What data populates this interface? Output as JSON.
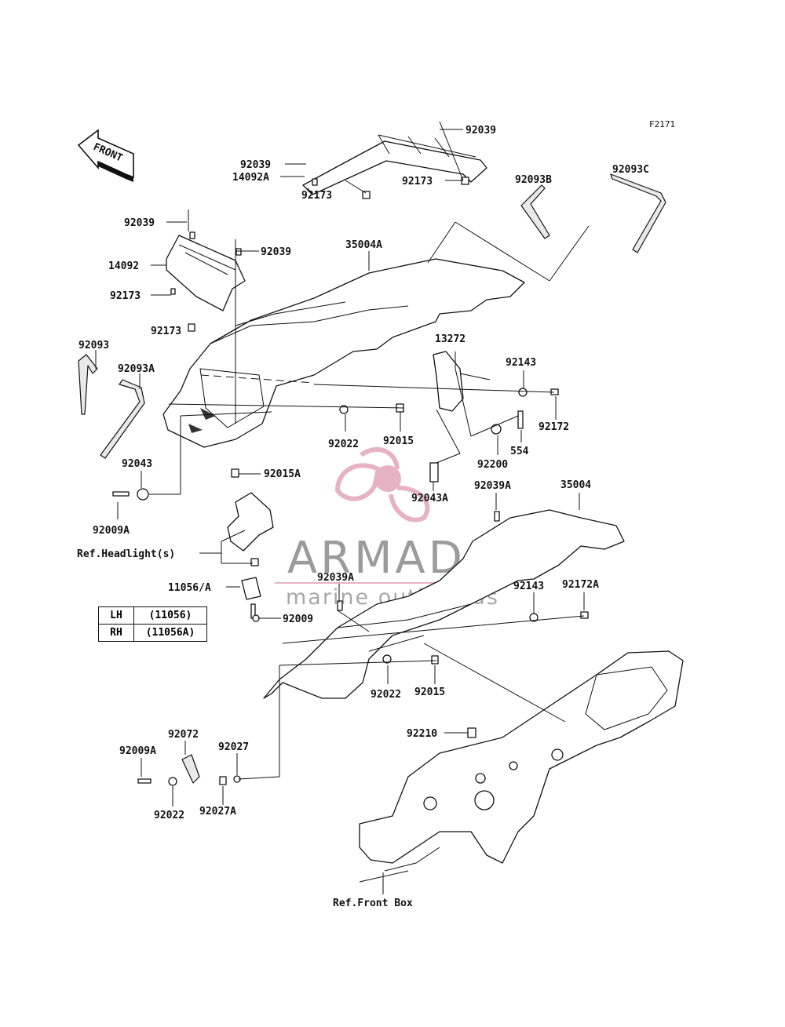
{
  "figure_code": "F2171",
  "front_label": "FRONT",
  "watermark": {
    "brand": "ARMADA",
    "tagline": "marine outboards",
    "color": "#d58aa6"
  },
  "labels": {
    "l_92039_a": "92039",
    "l_92039_b": "92039",
    "l_14092A": "14092A",
    "l_92173_a": "92173",
    "l_92173_b": "92173",
    "l_92093B": "92093B",
    "l_92093C": "92093C",
    "l_92039_c": "92039",
    "l_92039_d": "92039",
    "l_14092": "14092",
    "l_35004A": "35004A",
    "l_92173_c": "92173",
    "l_92173_d": "92173",
    "l_92093": "92093",
    "l_92093A": "92093A",
    "l_13272": "13272",
    "l_92143_a": "92143",
    "l_92172": "92172",
    "l_92022_a": "92022",
    "l_92015_a": "92015",
    "l_554": "554",
    "l_92200": "92200",
    "l_92043": "92043",
    "l_92015A": "92015A",
    "l_92043A": "92043A",
    "l_92009A_a": "92009A",
    "l_92039A_a": "92039A",
    "l_35004": "35004",
    "l_ref_headlight": "Ref.Headlight(s)",
    "l_11056A": "11056/A",
    "l_92039A_b": "92039A",
    "l_92143_b": "92143",
    "l_92172A": "92172A",
    "l_92009": "92009",
    "l_92022_b": "92022",
    "l_92015_b": "92015",
    "l_92072": "92072",
    "l_92210": "92210",
    "l_92009A_b": "92009A",
    "l_92027": "92027",
    "l_92022_c": "92022",
    "l_92027A": "92027A",
    "l_ref_front_box": "Ref.Front Box"
  },
  "lr_table": {
    "rows": [
      {
        "side": "LH",
        "part": "(11056)"
      },
      {
        "side": "RH",
        "part": "(11056A)"
      }
    ]
  }
}
